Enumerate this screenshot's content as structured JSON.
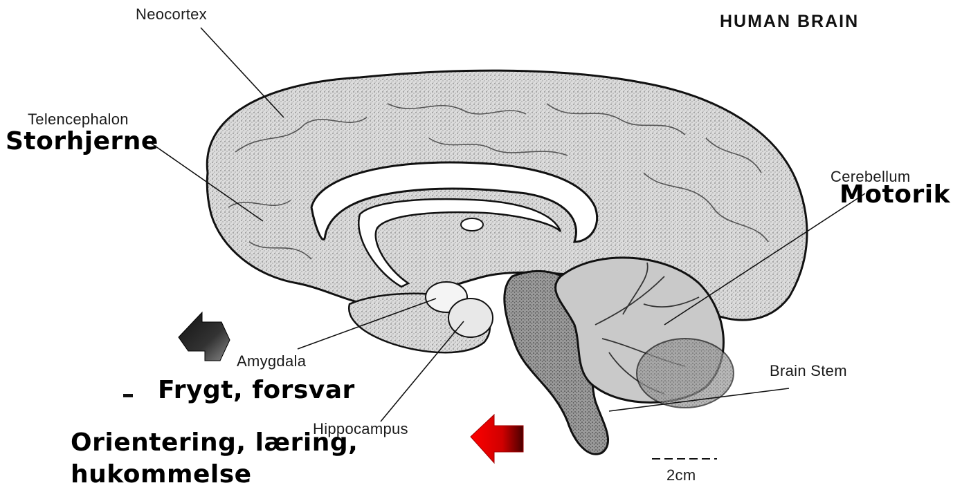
{
  "title": "HUMAN BRAIN",
  "labels": {
    "neocortex": "Neocortex",
    "telencephalon": "Telencephalon",
    "cerebellum": "Cerebellum",
    "amygdala": "Amygdala",
    "hippocampus": "Hippocampus",
    "brain_stem": "Brain Stem",
    "scale": "2cm"
  },
  "annotations": {
    "storhjerne": "Storhjerne",
    "motorik": "Motorik",
    "frygt": "Frygt, forsvar",
    "orientering_line1": "Orientering, læring,",
    "orientering_line2": "hukommelse"
  },
  "colors": {
    "brain_fill": "#d6d6d6",
    "cerebellum_fill": "#bdbdbd",
    "stem_fill": "#8a8a8a",
    "arrow_dark": "#222222",
    "arrow_red": "#e00000"
  },
  "icons": [
    "arrow-dark-icon",
    "arrow-red-icon"
  ]
}
